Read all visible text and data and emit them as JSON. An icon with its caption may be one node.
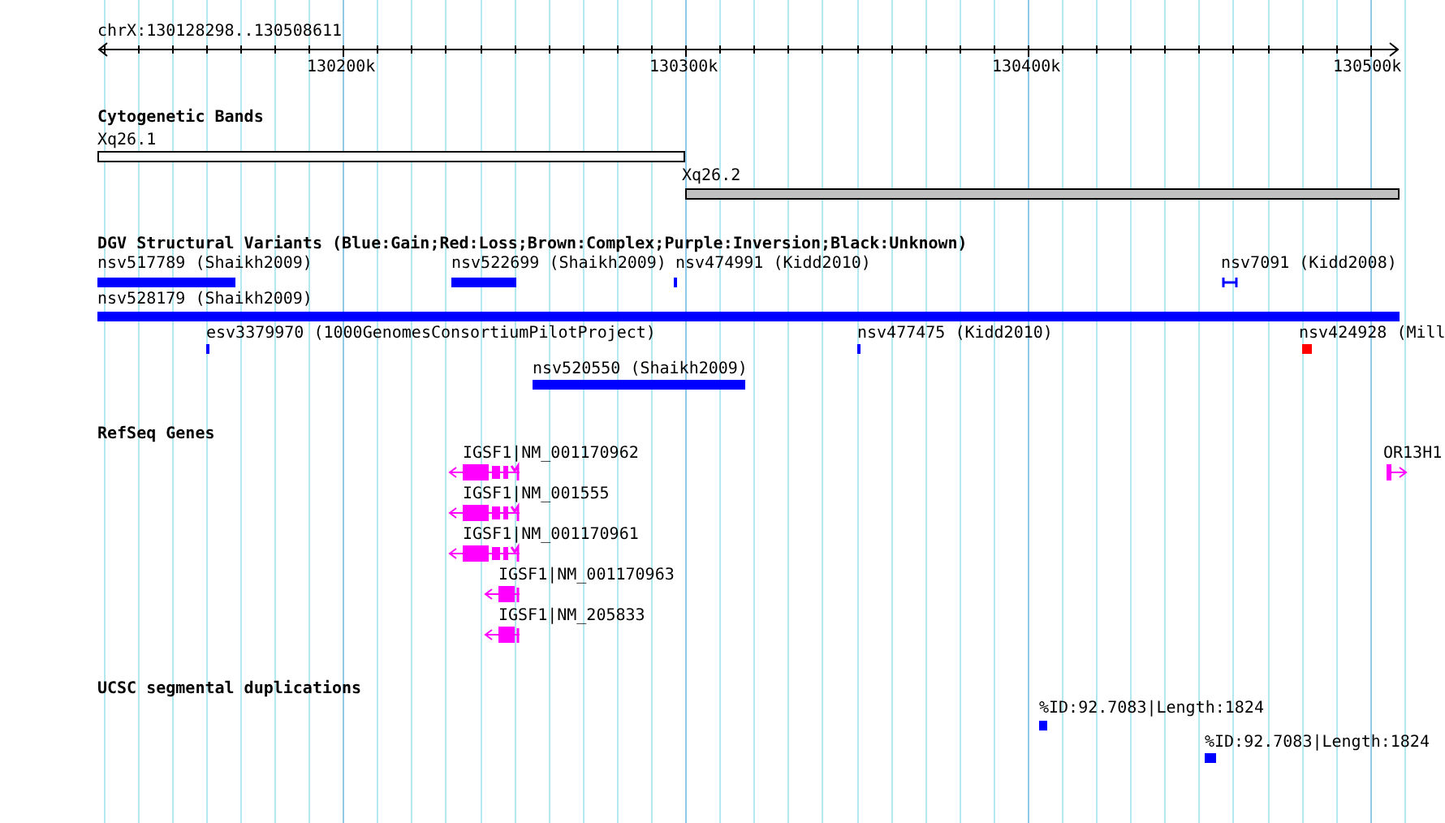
{
  "diagram": {
    "title": "chrX:130128298..130508611",
    "nodes": [
      {
        "text": [
          "Xq26.1"
        ]
      },
      {
        "text": [
          "Xq26.2"
        ]
      },
      {
        "text": [
          "nsv517789 (Shaikh2009)"
        ]
      },
      {
        "text": [
          "nsv522699 (Shaikh2009)"
        ]
      },
      {
        "text": [
          "nsv474991 (Kidd2010)"
        ]
      },
      {
        "text": [
          "nsv7091 (Kidd2008)"
        ]
      },
      {
        "text": [
          "nsv528179 (Shaikh2009)"
        ]
      },
      {
        "text": [
          "esv3379970 (1000GenomesConsortiumPilotProject)"
        ]
      },
      {
        "text": [
          "nsv477475 (Kidd2010)"
        ]
      },
      {
        "text": [
          "nsv424928 (Mill"
        ]
      },
      {
        "text": [
          "nsv520550 (Shaikh2009)"
        ]
      },
      {
        "text": [
          "IGSF1|NM_001170962"
        ]
      },
      {
        "text": [
          "IGSF1|NM_001555"
        ]
      },
      {
        "text": [
          "IGSF1|NM_001170961"
        ]
      },
      {
        "text": [
          "IGSF1|NM_001170963"
        ]
      },
      {
        "text": [
          "IGSF1|NM_205833"
        ]
      },
      {
        "text": [
          "OR13H1"
        ]
      },
      {
        "text": [
          "%ID:92.7083|Length:1824"
        ]
      },
      {
        "text": [
          "%ID:92.7083|Length:1824"
        ]
      }
    ],
    "labels": [
      "130200k",
      "130300k",
      "130400k",
      "130500k",
      "Cytogenetic Bands",
      "DGV Structural Variants (Blue:Gain;Red:Loss;Brown:Complex;Purple:Inversion;Black:Unknown)",
      "RefSeq Genes",
      "UCSC segmental duplications"
    ]
  }
}
